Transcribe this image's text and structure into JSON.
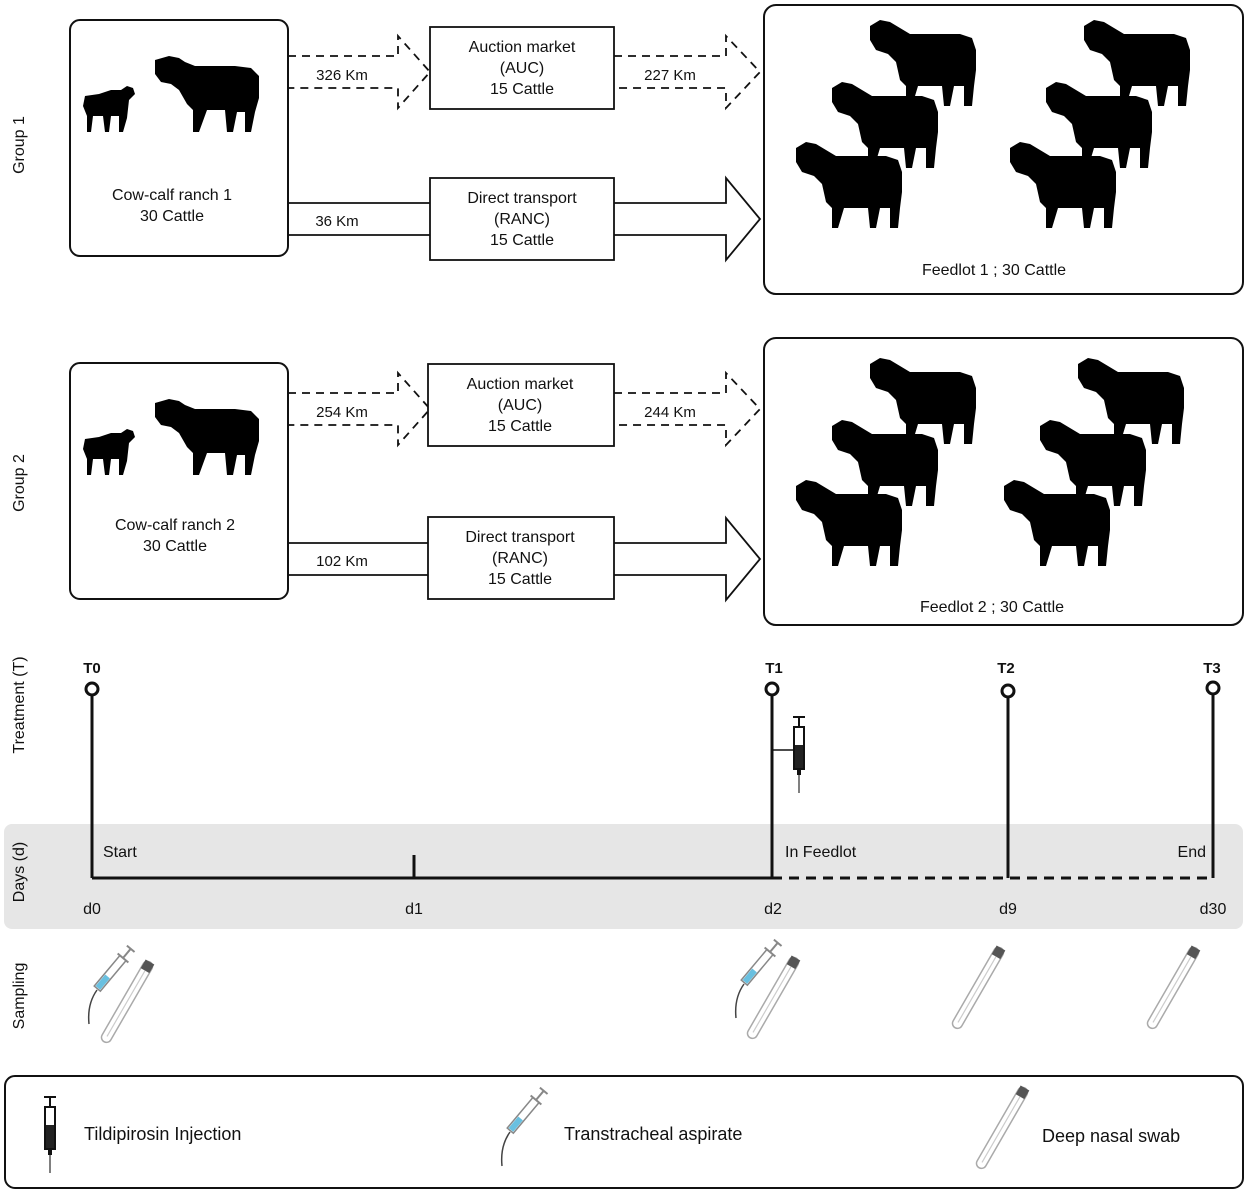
{
  "group1": {
    "label": "Group  1",
    "ranch": {
      "name": "Cow-calf ranch 1",
      "count": "30 Cattle"
    },
    "auction": {
      "title": "Auction market",
      "code": "(AUC)",
      "count": "15 Cattle",
      "dist_in": "326 Km",
      "dist_out": "227 Km"
    },
    "direct": {
      "title": "Direct transport",
      "code": "(RANC)",
      "count": "15 Cattle",
      "dist": "36 Km"
    },
    "feedlot": "Feedlot 1 ; 30 Cattle"
  },
  "group2": {
    "label": "Group  2",
    "ranch": {
      "name": "Cow-calf ranch 2",
      "count": "30 Cattle"
    },
    "auction": {
      "title": "Auction market",
      "code": "(AUC)",
      "count": "15 Cattle",
      "dist_in": "254 Km",
      "dist_out": "244 Km"
    },
    "direct": {
      "title": "Direct transport",
      "code": "(RANC)",
      "count": "15 Cattle",
      "dist": "102 Km"
    },
    "feedlot": "Feedlot 2 ; 30 Cattle"
  },
  "timeline": {
    "treatment_label": "Treatment  (T)",
    "days_label": "Days (d)",
    "sampling_label": "Sampling",
    "treatments": [
      "T0",
      "T1",
      "T2",
      "T3"
    ],
    "days": [
      "d0",
      "d1",
      "d2",
      "d9",
      "d30"
    ],
    "start": "Start",
    "in_feedlot": "In Feedlot",
    "end": "End"
  },
  "legend": {
    "injection": "Tildipirosin Injection",
    "aspirate": "Transtracheal aspirate",
    "swab": "Deep nasal swab"
  },
  "colors": {
    "line": "#111111",
    "band": "#e6e6e6",
    "liquid": "#69c0e0",
    "silhouette": "#000000"
  }
}
